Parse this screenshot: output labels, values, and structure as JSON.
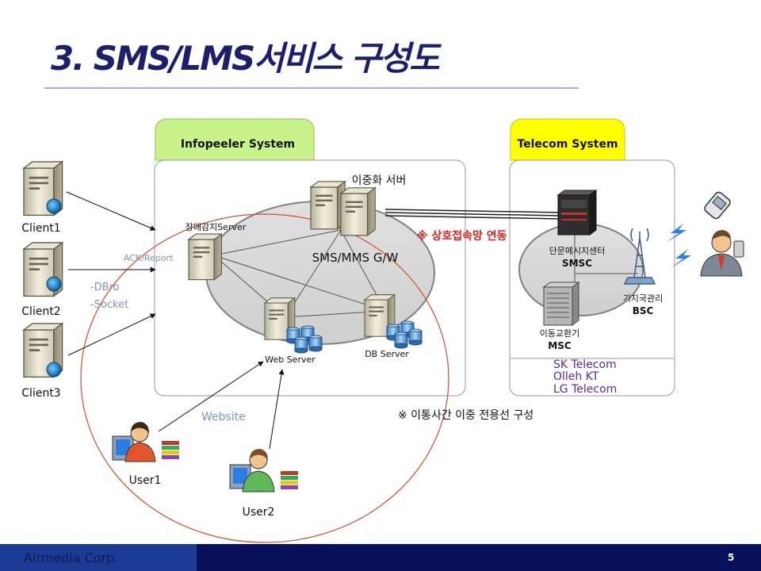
{
  "title": "3. SMS/LMS서비스 구성도",
  "footer": {
    "company": "Airmedia Corp.",
    "page": "5"
  },
  "infopeeler": {
    "tab_label": "Infopeeler System",
    "redundant_server_label": "이중화 서버",
    "monitor_server_label": "장애감지Server",
    "gateway_label": "SMS/MMS G/W",
    "web_server_label": "Web Server",
    "db_server_label": "DB Server"
  },
  "telecom": {
    "tab_label": "Telecom System",
    "smsc_label_kr": "단문메시지센터",
    "smsc_label": "SMSC",
    "msc_label_kr": "이동교환기",
    "msc_label": "MSC",
    "bsc_label_kr": "기지국관리",
    "bsc_label": "BSC",
    "carriers": [
      "SK Telecom",
      "Olleh KT",
      "LG Telecom"
    ]
  },
  "clients": [
    "Client1",
    "Client2",
    "Client3"
  ],
  "protocol_labels": {
    "ack": "ACK/Report",
    "dbro": "-DBro",
    "socket": "-Socket",
    "website": "Website"
  },
  "users": [
    "User1",
    "User2"
  ],
  "notes": {
    "interconnect": "※ 상호접속망 연동",
    "dedicated_line": "※ 이통사간 이중 전용선 구성"
  },
  "colors": {
    "title": "#1b1f6e",
    "infopeeler_tab": "#c8f28a",
    "telecom_tab": "#ffff00",
    "note_red": "#e0201c",
    "carrier_text": "#5b2ba0",
    "footer": "#08115a"
  }
}
